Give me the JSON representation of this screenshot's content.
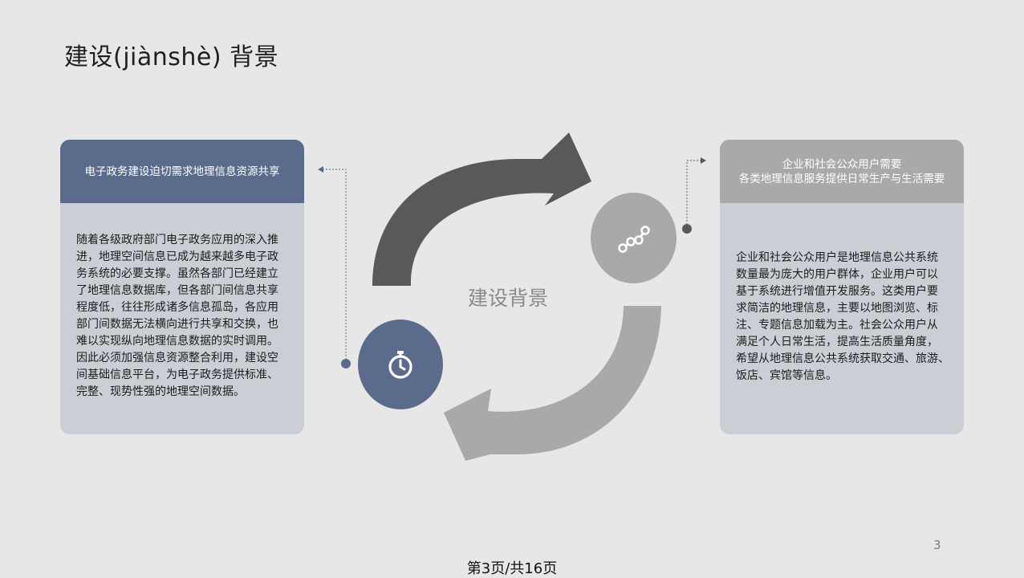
{
  "title": "建设(jiànshè) 背景",
  "center_label": "建设背景",
  "left_card": {
    "heading": "电子政务建设迫切需求地理信息资源共享",
    "lines": [
      "随着各级政府部门电子政务应用的深入推",
      "进，地理空间信息已成为越来越多电子政",
      "务系统的必要支撑。虽然各部门已经建立",
      "了地理信息数据库，但各部门间信息共享",
      "程度低，往往形成诸多信息孤岛，各应用",
      "部门间数据无法横向进行共享和交换，也",
      "难以实现纵向地理信息数据的实时调用。",
      "因此必须加强信息资源整合利用，建设空",
      "间基础信息平台，为电子政务提供标准、",
      "完整、现势性强的地理空间数据。"
    ]
  },
  "right_card": {
    "heading_lines": [
      "企业和社会公众用户需要",
      "各类地理信息服务提供日常生产与生活需要"
    ],
    "lines": [
      "企业和社会公众用户是地理信息公共系统",
      "数量最为庞大的用户群体，企业用户可以",
      "基于系统进行增值开发服务。这类用户要",
      "求简洁的地理信息，主要以地图浏览、标",
      "注、专题信息加载为主。社会公众用户从",
      "满足个人日常生活，提高生活质量角度，",
      "希望从地理信息公共系统获取交通、旅游、",
      "饭店、宾馆等信息。"
    ]
  },
  "icons": {
    "timer": "stopwatch-icon",
    "nodes": "connected-nodes-icon"
  },
  "colors": {
    "blue": "#5a6b8b",
    "dark_gray": "#595959",
    "light_gray": "#a9a9a9"
  },
  "page_number": "3",
  "footer": "第3页/共16页"
}
